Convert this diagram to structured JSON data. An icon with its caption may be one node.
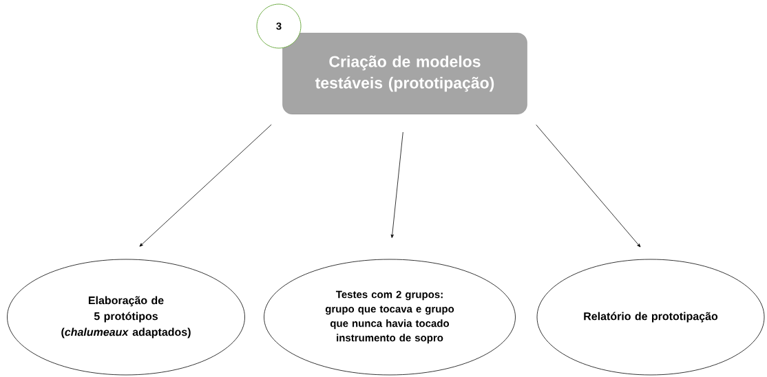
{
  "diagram": {
    "nodes": [
      {
        "text": [
          "3"
        ]
      },
      {
        "text": [
          "Criação de modelos testáveis (prototipação)"
        ]
      },
      {
        "text": [
          "Elaboração de 5 protótipos (*chalumeaux* adaptados)"
        ]
      },
      {
        "text": [
          "Testes com 2 grupos: grupo que tocava e grupo que nunca havia tocado instrumento de sopro"
        ]
      },
      {
        "text": [
          "Relatório de prototipação"
        ]
      }
    ],
    "edges": [
      {
        "from": 1,
        "to": 2,
        "arrow": "to"
      },
      {
        "from": 1,
        "to": 3,
        "arrow": "to"
      },
      {
        "from": 1,
        "to": 4,
        "arrow": "to"
      }
    ]
  }
}
